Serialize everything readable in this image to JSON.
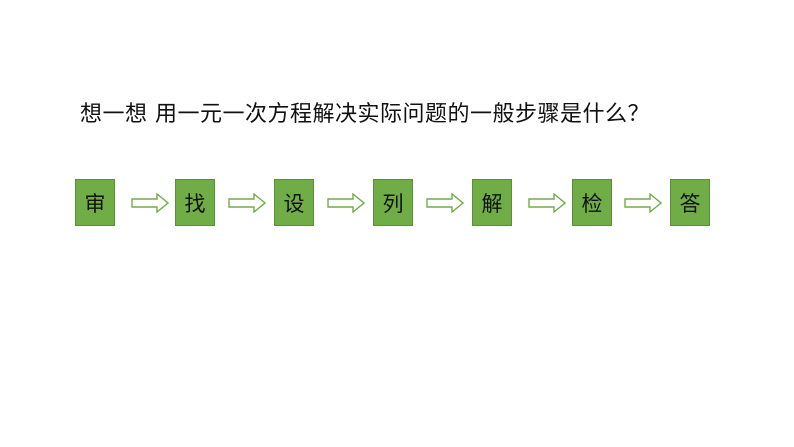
{
  "question": "想一想  用一元一次方程解决实际问题的一般步骤是什么？",
  "steps": [
    "审",
    "找",
    "设",
    "列",
    "解",
    "检",
    "答"
  ],
  "colors": {
    "box_fill": "#70ad47",
    "box_border": "#5a8f38",
    "arrow_fill": "#ffffff",
    "arrow_stroke": "#70ad47"
  }
}
